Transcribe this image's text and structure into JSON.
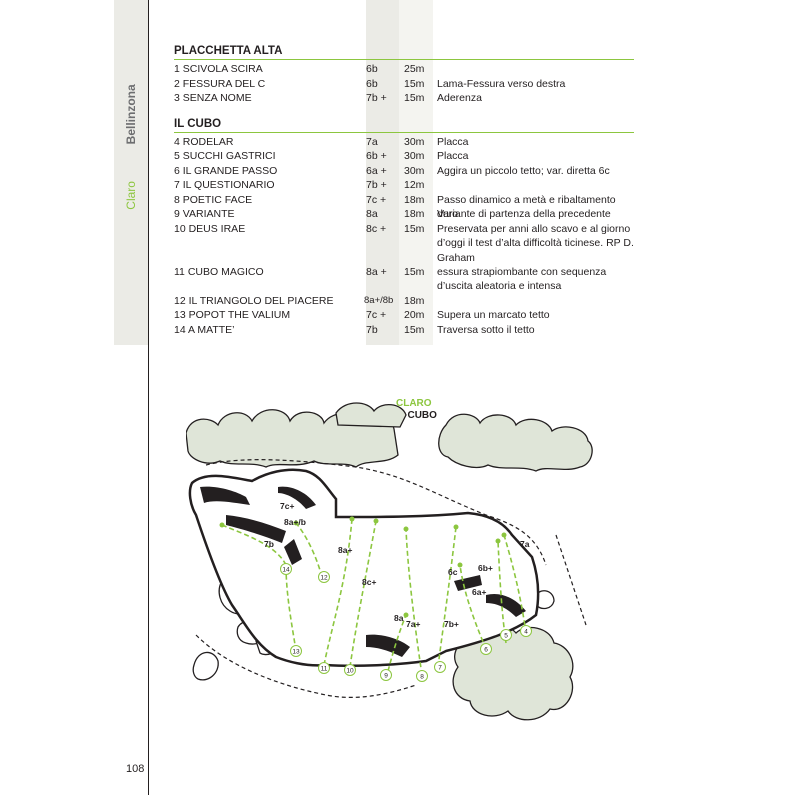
{
  "side": {
    "region": "Claro",
    "area": "Bellinzona"
  },
  "sections": [
    {
      "title": "PLACCHETTA ALTA",
      "routes": [
        {
          "name": "1 SCIVOLA SCIRA",
          "grade": "6b",
          "length": "25m",
          "desc": ""
        },
        {
          "name": "2 FESSURA DEL C",
          "grade": "6b",
          "length": "15m",
          "desc": "Lama-Fessura verso destra"
        },
        {
          "name": "3 SENZA NOME",
          "grade": "7b +",
          "length": "15m",
          "desc": "Aderenza"
        }
      ]
    },
    {
      "title": "IL CUBO",
      "routes": [
        {
          "name": "4 RODELAR",
          "grade": "7a",
          "length": "30m",
          "desc": "Placca"
        },
        {
          "name": "5 SUCCHI GASTRICI",
          "grade": "6b +",
          "length": "30m",
          "desc": "Placca"
        },
        {
          "name": "6 IL GRANDE PASSO",
          "grade": "6a +",
          "length": "30m",
          "desc": "Aggira un piccolo tetto; var. diretta 6c"
        },
        {
          "name": "7 IL QUESTIONARIO",
          "grade": "7b +",
          "length": "12m",
          "desc": ""
        },
        {
          "name": "8 POETIC FACE",
          "grade": "7c +",
          "length": "18m",
          "desc": "Passo dinamico a metà e ribaltamento duro"
        },
        {
          "name": "9 VARIANTE",
          "grade": "8a",
          "length": "18m",
          "desc": "Variante di partenza della precedente"
        },
        {
          "name": "10 DEUS IRAE",
          "grade": "8c +",
          "length": "15m",
          "desc": "Preservata per anni allo scavo e al giorno d’oggi il test d’alta difficoltà ticinese. RP D. Graham"
        },
        {
          "name": "11 CUBO MAGICO",
          "grade": "8a +",
          "length": "15m",
          "desc": "essura strapiombante con sequenza d’uscita aleatoria e intensa"
        },
        {
          "name": "12 IL  TRIANGOLO DEL  PIACERE",
          "grade": "8a+/8b",
          "length": "18m",
          "desc": ""
        },
        {
          "name": "13 POPOT THE VALIUM",
          "grade": "7c +",
          "length": "20m",
          "desc": "Supera un marcato tetto"
        },
        {
          "name": "14 A MATTE’",
          "grade": "7b",
          "length": "15m",
          "desc": "Traversa sotto il tetto"
        }
      ]
    }
  ],
  "topo": {
    "region": "CLARO",
    "title": "IL CUBO",
    "grade_labels": [
      "7c+",
      "8a+/b",
      "7b",
      "8a+",
      "8c+",
      "8a",
      "7a+",
      "7b+",
      "6c",
      "6b+",
      "6a+",
      "7a"
    ],
    "route_numbers": [
      "14",
      "12",
      "13",
      "11",
      "10",
      "9",
      "8",
      "7",
      "6",
      "5",
      "4"
    ]
  },
  "page_number": "108",
  "colors": {
    "accent": "#8cc63f",
    "band": "#ebebe6",
    "text": "#231f20"
  }
}
